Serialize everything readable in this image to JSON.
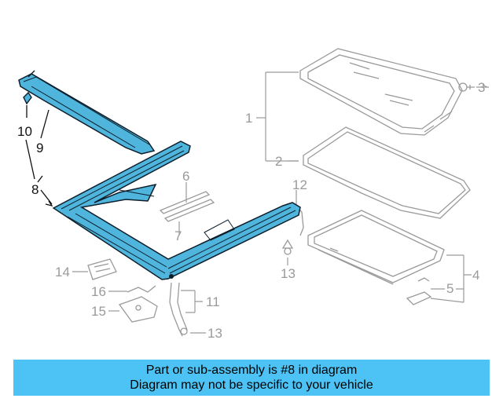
{
  "callouts": {
    "c1": "1",
    "c2": "2",
    "c3": "3",
    "c4": "4",
    "c5": "5",
    "c6": "6",
    "c7": "7",
    "c8": "8",
    "c9": "9",
    "c10": "10",
    "c11": "11",
    "c12": "12",
    "c13a": "13",
    "c13b": "13",
    "c14": "14",
    "c15": "15",
    "c16": "16"
  },
  "banner": {
    "line1": "Part or sub-assembly is #8 in diagram",
    "line2": "Diagram may not be specific to your vehicle"
  },
  "colors": {
    "highlight": "#4fb5dd",
    "highlight_stroke": "#0d1f2b",
    "muted": "#9a9a9a",
    "banner": "#4cc3f4"
  }
}
